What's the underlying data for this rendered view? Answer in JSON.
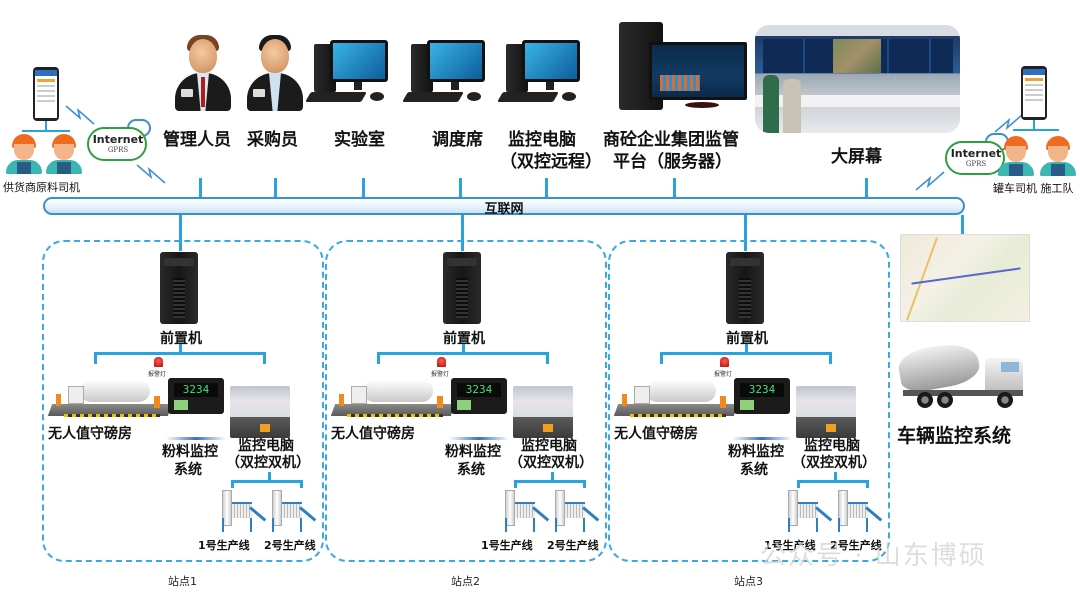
{
  "diagram": {
    "type": "network-architecture",
    "backbone_label": "互联网",
    "top_nodes": [
      {
        "id": "manager",
        "label": "管理人员",
        "icon": "person-icon"
      },
      {
        "id": "buyer",
        "label": "采购员",
        "icon": "person-icon"
      },
      {
        "id": "lab",
        "label": "实验室",
        "icon": "desktop-computer-icon"
      },
      {
        "id": "dispatch",
        "label": "调度席",
        "icon": "desktop-computer-icon"
      },
      {
        "id": "monitor-pc",
        "label_line1": "监控电脑",
        "label_line2": "（双控远程）",
        "icon": "desktop-computer-icon"
      },
      {
        "id": "group-platform",
        "label_line1": "商砼企业集团监管",
        "label_line2": "平台（服务器）",
        "icon": "server-monitor-icon"
      },
      {
        "id": "big-screen",
        "label": "大屏幕",
        "icon": "control-room-photo"
      }
    ],
    "mobile_left": {
      "cloud_title": "Internet",
      "cloud_subtitle": "GPRS",
      "label": "供货商原料司机"
    },
    "mobile_right": {
      "cloud_title": "Internet",
      "cloud_subtitle": "GPRS",
      "label": "罐车司机 施工队"
    },
    "stations": [
      {
        "name": "站点1",
        "front_server": "前置机",
        "alarm_label": "报警灯",
        "meter_value": "3234",
        "weighbridge": "无人值守磅房",
        "powder_line1": "粉料监控",
        "powder_line2": "系统",
        "monitor_line1": "监控电脑",
        "monitor_line2": "（双控双机）",
        "line1": "1号生产线",
        "line2": "2号生产线"
      },
      {
        "name": "站点2",
        "front_server": "前置机",
        "alarm_label": "报警灯",
        "meter_value": "3234",
        "weighbridge": "无人值守磅房",
        "powder_line1": "粉料监控",
        "powder_line2": "系统",
        "monitor_line1": "监控电脑",
        "monitor_line2": "（双控双机）",
        "line1": "1号生产线",
        "line2": "2号生产线"
      },
      {
        "name": "站点3",
        "front_server": "前置机",
        "alarm_label": "报警灯",
        "meter_value": "3234",
        "weighbridge": "无人值守磅房",
        "powder_line1": "粉料监控",
        "powder_line2": "系统",
        "monitor_line1": "监控电脑",
        "monitor_line2": "（双控双机）",
        "line1": "1号生产线",
        "line2": "2号生产线"
      }
    ],
    "vehicle_system": {
      "label": "车辆监控系统"
    },
    "watermark": "公众号 · 山东博硕",
    "colors": {
      "link": "#29a3e0",
      "station_border": "#3aa8e2",
      "bus_border": "#3a8fd0",
      "cloud_green": "#2e9e3e"
    }
  }
}
